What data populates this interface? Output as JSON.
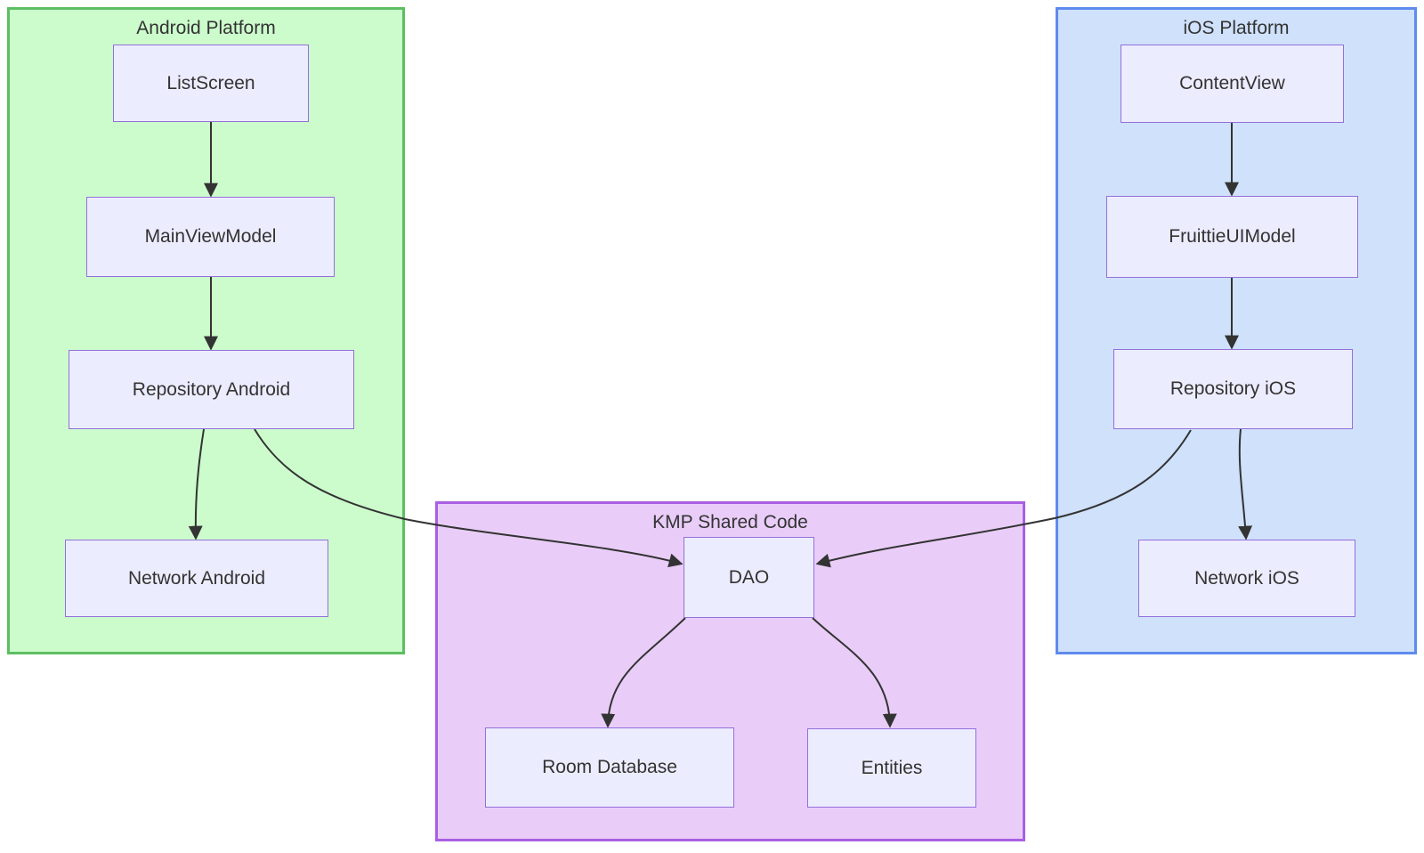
{
  "diagram": {
    "type": "flowchart",
    "background_color": "#ffffff",
    "edge_color": "#333333",
    "node_style": {
      "fill": "#ececff",
      "border_color": "#9370db",
      "text_color": "#333333"
    },
    "containers": [
      {
        "id": "android-platform",
        "label": "Android Platform",
        "fill": "#ccfccc",
        "border_color": "#5cbf62"
      },
      {
        "id": "ios-platform",
        "label": "iOS Platform",
        "fill": "#cfe1fb",
        "border_color": "#5e8bed"
      },
      {
        "id": "kmp-shared-code",
        "label": "KMP Shared Code",
        "fill": "#e9cdf8",
        "border_color": "#a95fe3"
      }
    ],
    "nodes": [
      {
        "id": "listscreen",
        "label": "ListScreen",
        "container": "android-platform"
      },
      {
        "id": "mainviewmodel",
        "label": "MainViewModel",
        "container": "android-platform"
      },
      {
        "id": "repository-android",
        "label": "Repository Android",
        "container": "android-platform"
      },
      {
        "id": "network-android",
        "label": "Network Android",
        "container": "android-platform"
      },
      {
        "id": "contentview",
        "label": "ContentView",
        "container": "ios-platform"
      },
      {
        "id": "fruittieuimodel",
        "label": "FruittieUIModel",
        "container": "ios-platform"
      },
      {
        "id": "repository-ios",
        "label": "Repository iOS",
        "container": "ios-platform"
      },
      {
        "id": "network-ios",
        "label": "Network iOS",
        "container": "ios-platform"
      },
      {
        "id": "dao",
        "label": "DAO",
        "container": "kmp-shared-code"
      },
      {
        "id": "room-database",
        "label": "Room Database",
        "container": "kmp-shared-code"
      },
      {
        "id": "entities",
        "label": "Entities",
        "container": "kmp-shared-code"
      }
    ],
    "edges": [
      {
        "from": "listscreen",
        "to": "mainviewmodel"
      },
      {
        "from": "mainviewmodel",
        "to": "repository-android"
      },
      {
        "from": "repository-android",
        "to": "network-android"
      },
      {
        "from": "repository-android",
        "to": "dao"
      },
      {
        "from": "contentview",
        "to": "fruittieuimodel"
      },
      {
        "from": "fruittieuimodel",
        "to": "repository-ios"
      },
      {
        "from": "repository-ios",
        "to": "network-ios"
      },
      {
        "from": "repository-ios",
        "to": "dao"
      },
      {
        "from": "dao",
        "to": "room-database"
      },
      {
        "from": "dao",
        "to": "entities"
      }
    ]
  }
}
